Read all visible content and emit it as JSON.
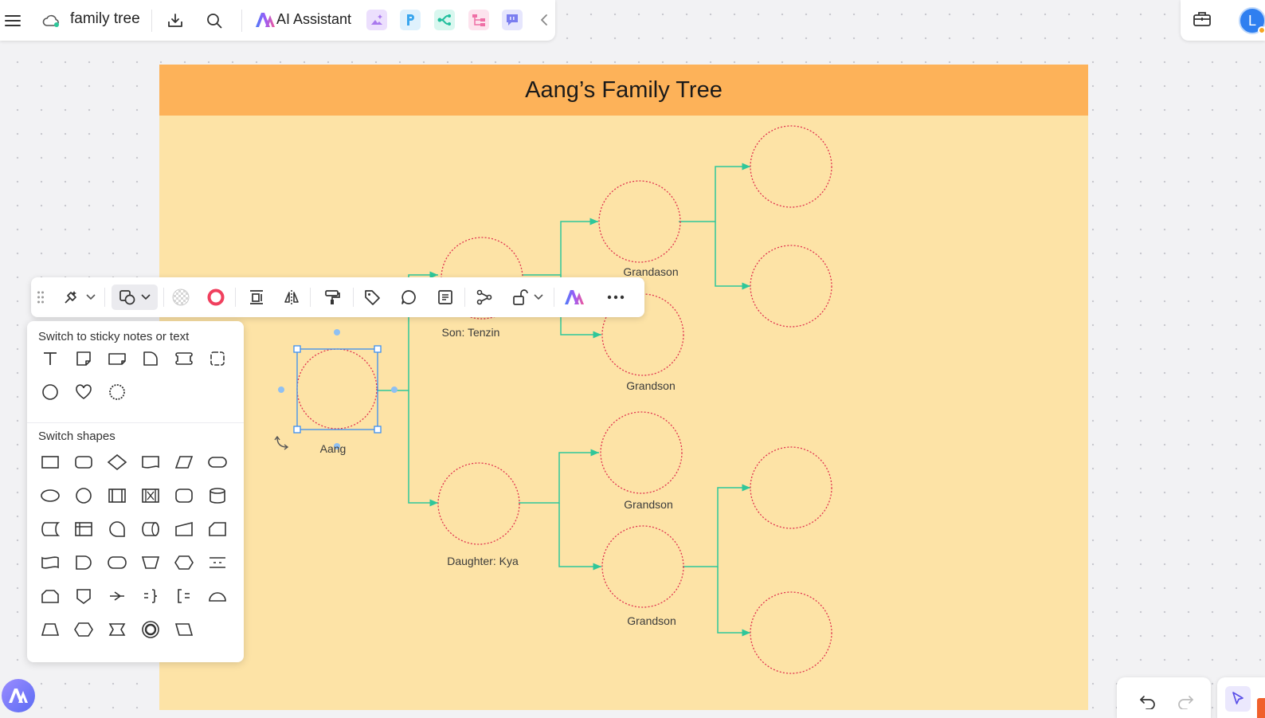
{
  "toolbar": {
    "file_title": "family tree",
    "ai_assistant_label": "AI Assistant",
    "apps": [
      {
        "name": "image-ai",
        "color": "#c9a7f5"
      },
      {
        "name": "presentation",
        "color": "#6fc3f2"
      },
      {
        "name": "mind-map",
        "color": "#3fd1b4"
      },
      {
        "name": "org-chart",
        "color": "#f28ab8"
      },
      {
        "name": "chat",
        "color": "#8b8ef5"
      }
    ]
  },
  "user": {
    "avatar_initial": "L"
  },
  "board": {
    "title": "Aang’s Family Tree",
    "header_color": "#fdb259",
    "background_color": "#fde3a6",
    "circle_color": "#e0334f",
    "connector_color": "#2ec79a",
    "people": [
      {
        "id": "aang",
        "label": "Aang"
      },
      {
        "id": "tenzin",
        "label": "Son: Tenzin"
      },
      {
        "id": "kya",
        "label": "Daughter: Kya"
      },
      {
        "id": "gs1",
        "label": "Grandason"
      },
      {
        "id": "gs2",
        "label": "Grandson"
      },
      {
        "id": "gs3",
        "label": "Grandson"
      },
      {
        "id": "gs4",
        "label": "Grandson"
      }
    ]
  },
  "object_toolbar": {
    "buttons": [
      "drag-handle",
      "style-brush",
      "switch-shape",
      "fill-color",
      "border-color",
      "align",
      "flip",
      "format-painter",
      "tag",
      "comment",
      "note",
      "connector",
      "lock",
      "ai",
      "more"
    ],
    "border_accent": "#f0405e"
  },
  "shape_panel": {
    "sticky_heading": "Switch to sticky notes or text",
    "shapes_heading": "Switch shapes"
  }
}
